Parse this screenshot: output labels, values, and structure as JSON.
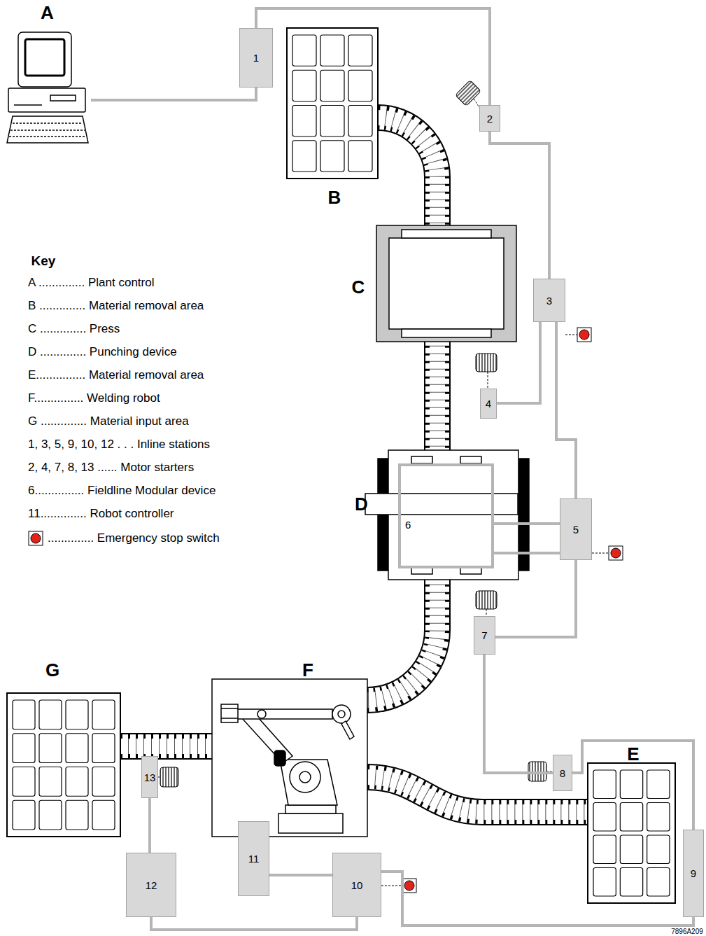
{
  "diagram": {
    "nodes": [
      {
        "text": [
          "A"
        ]
      },
      {
        "text": [
          "1"
        ]
      },
      {
        "text": [
          "2"
        ]
      },
      {
        "text": [
          "3"
        ]
      },
      {
        "text": [
          "4"
        ]
      },
      {
        "text": [
          "D"
        ]
      },
      {
        "text": [
          "6"
        ],
        "in": 5
      },
      {
        "text": [
          "5"
        ]
      },
      {
        "text": [
          "7"
        ]
      },
      {
        "text": [
          "8"
        ]
      },
      {
        "text": [
          "9"
        ]
      },
      {
        "text": [
          "10"
        ]
      },
      {
        "text": [
          "11"
        ]
      },
      {
        "text": [
          "12"
        ]
      },
      {
        "text": [
          "13"
        ]
      }
    ],
    "edges": [
      {
        "from": 0,
        "to": 1,
        "arrow": "none"
      },
      {
        "from": 1,
        "to": 2,
        "arrow": "none"
      },
      {
        "from": 2,
        "to": 3,
        "arrow": "none"
      },
      {
        "from": 3,
        "to": 4,
        "arrow": "none"
      },
      {
        "from": 3,
        "to": 7,
        "arrow": "none"
      },
      {
        "from": 7,
        "to": 6,
        "arrow": "none"
      },
      {
        "from": 7,
        "to": 8,
        "arrow": "none"
      },
      {
        "from": 8,
        "to": 9,
        "arrow": "none"
      },
      {
        "from": 9,
        "to": 10,
        "arrow": "none"
      },
      {
        "from": 10,
        "to": 11,
        "arrow": "none"
      },
      {
        "from": 11,
        "to": 12,
        "arrow": "none"
      },
      {
        "from": 11,
        "to": 13,
        "arrow": "none"
      },
      {
        "from": 13,
        "to": 14,
        "arrow": "none"
      }
    ],
    "labels": [
      "B",
      "C",
      "E",
      "F",
      "G",
      "Key",
      "7896A209"
    ],
    "legend": [
      {
        "text": "A .............. Plant control"
      },
      {
        "text": "B .............. Material removal area"
      },
      {
        "text": "C .............. Press"
      },
      {
        "text": "D .............. Punching device"
      },
      {
        "text": "E............... Material removal area"
      },
      {
        "text": "F............... Welding robot"
      },
      {
        "text": "G .............. Material input area"
      },
      {
        "text": "1, 3, 5, 9, 10, 12 . . . Inline stations"
      },
      {
        "text": "2, 4, 7, 8, 13 ...... Motor starters"
      },
      {
        "text": "6............... Fieldline Modular device"
      },
      {
        "text": "11.............. Robot controller"
      },
      {
        "text": ".............. Emergency stop switch"
      }
    ]
  }
}
